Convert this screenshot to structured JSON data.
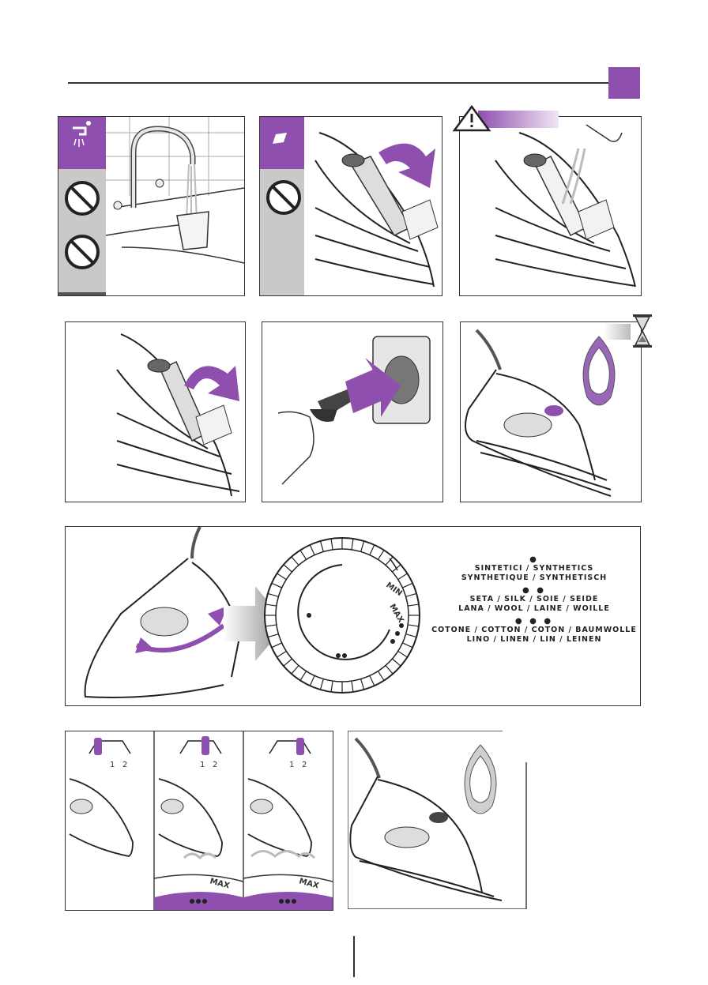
{
  "fabric_settings": {
    "level1": {
      "dots": "●",
      "line1": "SINTETICI / SYNTHETICS",
      "line2": "SYNTHETIQUE / SYNTHETISCH"
    },
    "level2": {
      "dots": "● ●",
      "line1": "SETA / SILK / SOIE / SEIDE",
      "line2": "LANA / WOOL / LAINE / WOILLE"
    },
    "level3": {
      "dots": "● ● ●",
      "line1": "COTONE / COTTON / COTON / BAUMWOLLE",
      "line2": "LINO / LINEN / LIN / LEINEN"
    }
  },
  "dial": {
    "min_label": "MIN",
    "max_label": "MAX"
  },
  "steam_scale": {
    "labels": [
      "1",
      "2"
    ]
  },
  "colors": {
    "accent_purple": "#8f4fae",
    "panel_gray": "#c9c9c9",
    "line": "#222222"
  }
}
